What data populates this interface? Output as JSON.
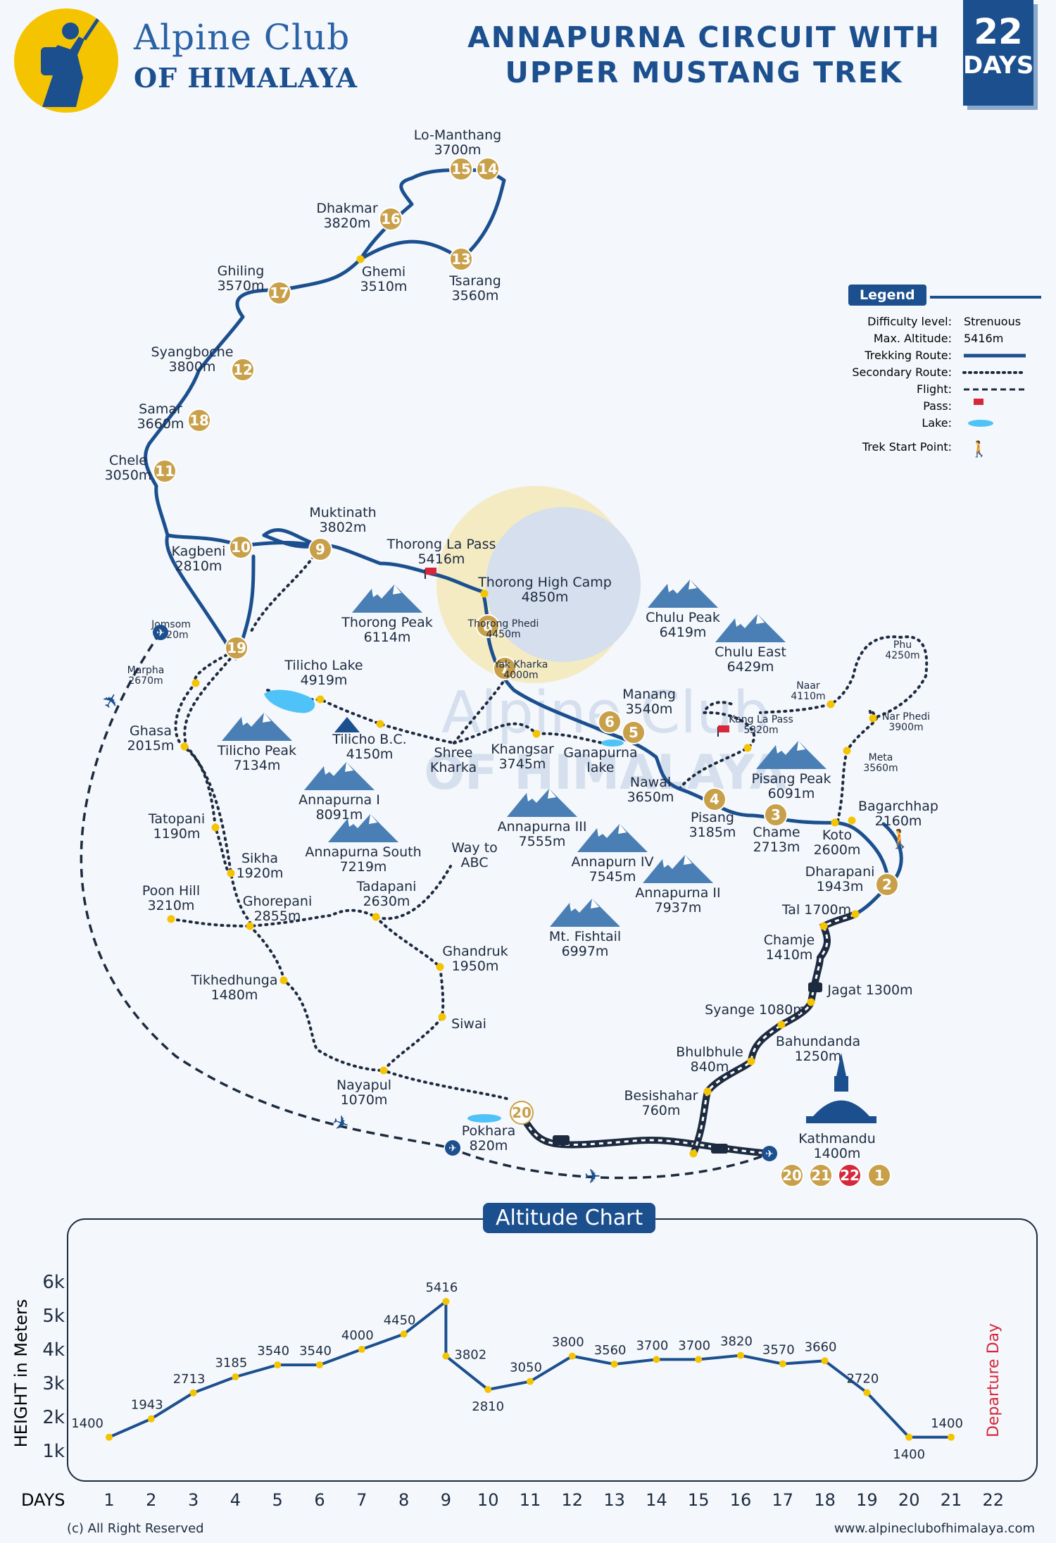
{
  "header": {
    "logo_line1": "Alpine Club",
    "logo_line2": "OF HIMALAYA",
    "title_line1": "ANNAPURNA CIRCUIT  WITH",
    "title_line2": "UPPER MUSTANG TREK",
    "days_number": "22",
    "days_label": "DAYS"
  },
  "watermark": {
    "line1": "Alpine Club",
    "line2": "OF HIMALAYA"
  },
  "legend": {
    "title": "Legend",
    "difficulty_label": "Difficulty level:",
    "difficulty_value": "Strenuous",
    "altitude_label": "Max. Altitude:",
    "altitude_value": "5416m",
    "trekking_route": "Trekking Route:",
    "secondary_route": "Secondary Route:",
    "flight": "Flight:",
    "pass": "Pass:",
    "lake": "Lake:",
    "trek_start": "Trek Start Point:"
  },
  "colors": {
    "route": "#1b4f8e",
    "stop": "#f5c400",
    "badge": "#c9a04a",
    "badge_red": "#d6283a",
    "mountain": "#4a7fb5"
  },
  "map": {
    "places": [
      {
        "l1": "Lo-Manthang",
        "l2": "3700m"
      },
      {
        "l1": "Dhakmar",
        "l2": "3820m"
      },
      {
        "l1": "Ghemi",
        "l2": "3510m"
      },
      {
        "l1": "Tsarang",
        "l2": "3560m"
      },
      {
        "l1": "Ghiling",
        "l2": "3570m"
      },
      {
        "l1": "Syangboche",
        "l2": "3800m"
      },
      {
        "l1": "Samar",
        "l2": "3660m"
      },
      {
        "l1": "Chele",
        "l2": "3050m"
      },
      {
        "l1": "Kagbeni",
        "l2": "2810m"
      },
      {
        "l1": "Muktinath",
        "l2": "3802m"
      },
      {
        "l1": "Thorong La Pass",
        "l2": "5416m"
      },
      {
        "l1": "Thorong High Camp",
        "l2": "4850m"
      },
      {
        "l1": "Thorong Phedi",
        "l2": "4450m"
      },
      {
        "l1": "Yak Kharka",
        "l2": "4000m"
      },
      {
        "l1": "Jomsom",
        "l2": "2720m"
      },
      {
        "l1": "Marpha",
        "l2": "2670m"
      },
      {
        "l1": "Ghasa",
        "l2": "2015m"
      },
      {
        "l1": "Tilicho Lake",
        "l2": "4919m"
      },
      {
        "l1": "Tilicho B.C.",
        "l2": "4150m"
      },
      {
        "l1": "Shree",
        "l2": "Kharka"
      },
      {
        "l1": "Khangsar",
        "l2": "3745m"
      },
      {
        "l1": "Ganapurna",
        "l2": "lake"
      },
      {
        "l1": "Manang",
        "l2": "3540m"
      },
      {
        "l1": "Nawal",
        "l2": "3650m"
      },
      {
        "l1": "Pisang",
        "l2": "3185m"
      },
      {
        "l1": "Chame",
        "l2": "2713m"
      },
      {
        "l1": "Koto",
        "l2": "2600m"
      },
      {
        "l1": "Bagarchhap",
        "l2": "2160m"
      },
      {
        "l1": "Dharapani",
        "l2": "1943m"
      },
      {
        "l1": "Naar",
        "l2": "4110m"
      },
      {
        "l1": "Phu",
        "l2": "4250m"
      },
      {
        "l1": "Nar Phedi",
        "l2": "3900m"
      },
      {
        "l1": "Meta",
        "l2": "3560m"
      },
      {
        "l1": "Kang La Pass",
        "l2": "5320m"
      },
      {
        "l1": "Tatopani",
        "l2": "1190m"
      },
      {
        "l1": "Sikha",
        "l2": "1920m"
      },
      {
        "l1": "Poon Hill",
        "l2": "3210m"
      },
      {
        "l1": "Ghorepani",
        "l2": "2855m"
      },
      {
        "l1": "Tadapani",
        "l2": "2630m"
      },
      {
        "l1": "Way to",
        "l2": "ABC"
      },
      {
        "l1": "Tikhedhunga",
        "l2": "1480m"
      },
      {
        "l1": "Ghandruk",
        "l2": "1950m"
      },
      {
        "l1": "Siwai",
        "l2": ""
      },
      {
        "l1": "Nayapul",
        "l2": "1070m"
      },
      {
        "l1": "Pokhara",
        "l2": "820m"
      },
      {
        "l1": "Besishahar",
        "l2": "760m"
      },
      {
        "l1": "Bhulbhule",
        "l2": "840m"
      },
      {
        "l1": "Bahundanda",
        "l2": "1250m"
      },
      {
        "l1": "Syange 1080m",
        "l2": ""
      },
      {
        "l1": "Jagat 1300m",
        "l2": ""
      },
      {
        "l1": "Chamje",
        "l2": "1410m"
      },
      {
        "l1": "Tal 1700m",
        "l2": ""
      },
      {
        "l1": "Kathmandu",
        "l2": "1400m"
      }
    ],
    "peaks": [
      {
        "l1": "Thorong Peak",
        "l2": "6114m"
      },
      {
        "l1": "Chulu Peak",
        "l2": "6419m"
      },
      {
        "l1": "Chulu East",
        "l2": "6429m"
      },
      {
        "l1": "Tilicho Peak",
        "l2": "7134m"
      },
      {
        "l1": "Annapurna I",
        "l2": "8091m"
      },
      {
        "l1": "Annapurna South",
        "l2": "7219m"
      },
      {
        "l1": "Annapurna III",
        "l2": "7555m"
      },
      {
        "l1": "Annapurn IV",
        "l2": "7545m"
      },
      {
        "l1": "Annapurna II",
        "l2": "7937m"
      },
      {
        "l1": "Pisang Peak",
        "l2": "6091m"
      },
      {
        "l1": "Mt. Fishtail",
        "l2": "6997m"
      }
    ],
    "badges": [
      "15",
      "14",
      "16",
      "13",
      "17",
      "12",
      "18",
      "11",
      "10",
      "9",
      "8",
      "7",
      "6",
      "5",
      "4",
      "3",
      "2",
      "19",
      "20",
      "20",
      "21",
      "22",
      "1"
    ]
  },
  "chart_data": {
    "type": "line",
    "title": "Altitude Chart",
    "xlabel": "DAYS",
    "ylabel": "HEIGHT in Meters",
    "x": [
      1,
      2,
      3,
      4,
      5,
      6,
      7,
      8,
      9,
      9,
      10,
      11,
      12,
      13,
      14,
      15,
      16,
      17,
      18,
      19,
      20,
      21
    ],
    "y": [
      1400,
      1943,
      2713,
      3185,
      3540,
      3540,
      4000,
      4450,
      5416,
      3802,
      2810,
      3050,
      3800,
      3560,
      3700,
      3700,
      3820,
      3570,
      3660,
      2720,
      1400,
      1400
    ],
    "labels": [
      "1400",
      "1943",
      "2713",
      "3185",
      "3540",
      "3540",
      "4000",
      "4450",
      "5416",
      "3802",
      "2810",
      "3050",
      "3800",
      "3560",
      "3700",
      "3700",
      "3820",
      "3570",
      "3660",
      "2720",
      "1400",
      "1400"
    ],
    "x_ticks": [
      "1",
      "2",
      "3",
      "4",
      "5",
      "6",
      "7",
      "8",
      "9",
      "10",
      "11",
      "12",
      "13",
      "14",
      "15",
      "16",
      "17",
      "18",
      "19",
      "20",
      "21",
      "22"
    ],
    "y_ticks": [
      "1k",
      "2k",
      "3k",
      "4k",
      "5k",
      "6k"
    ],
    "ylim": [
      1000,
      6000
    ],
    "annotation": "Departure Day",
    "grid": false
  },
  "footer": {
    "copyright": "(c) All Right Reserved",
    "website": "www.alpineclubofhimalaya.com"
  }
}
